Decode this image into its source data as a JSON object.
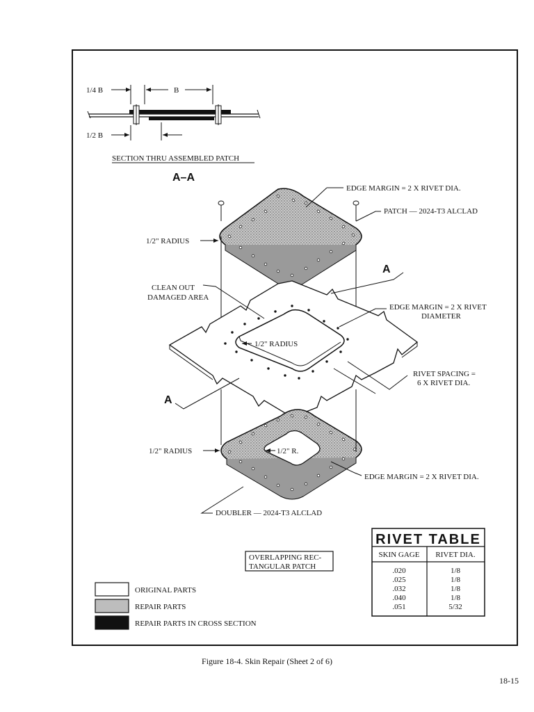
{
  "section": {
    "dim_quarter_b": "1/4 B",
    "dim_b": "B",
    "dim_half_b": "1/2 B",
    "title": "SECTION THRU ASSEMBLED PATCH",
    "view": "A–A"
  },
  "callouts": {
    "patch_edge_margin": "EDGE MARGIN = 2 X RIVET DIA.",
    "patch_material": "PATCH — 2024-T3 ALCLAD",
    "patch_radius": "1/2\" RADIUS",
    "clean_out_1": "CLEAN OUT",
    "clean_out_2": "DAMAGED AREA",
    "skin_edge_margin_1": "EDGE MARGIN = 2 X RIVET",
    "skin_edge_margin_2": "DIAMETER",
    "skin_radius": "1/2\" RADIUS",
    "rivet_spacing_1": "RIVET SPACING =",
    "rivet_spacing_2": "6 X RIVET DIA.",
    "doubler_radius": "1/2\" RADIUS",
    "doubler_hole_radius": "1/2\" R.",
    "doubler_edge_margin": "EDGE MARGIN = 2 X RIVET DIA.",
    "doubler_material": "DOUBLER — 2024-T3 ALCLAD",
    "section_mark_a1": "A",
    "section_mark_a2": "A"
  },
  "patch_label": {
    "line1": "OVERLAPPING REC-",
    "line2": "TANGULAR PATCH"
  },
  "rivet_table": {
    "title": "RIVET TABLE",
    "headers": [
      "SKIN GAGE",
      "RIVET DIA."
    ],
    "rows": [
      [
        ".020",
        "1/8"
      ],
      [
        ".025",
        "1/8"
      ],
      [
        ".032",
        "1/8"
      ],
      [
        ".040",
        "1/8"
      ],
      [
        ".051",
        "5/32"
      ]
    ]
  },
  "legend": [
    {
      "label": "ORIGINAL PARTS",
      "fill": "#ffffff"
    },
    {
      "label": "REPAIR PARTS",
      "fill": "#bdbdbd"
    },
    {
      "label": "REPAIR PARTS IN CROSS SECTION",
      "fill": "#111111"
    }
  ],
  "caption": "Figure 18-4.  Skin Repair (Sheet 2 of 6)",
  "page_number": "18-15"
}
